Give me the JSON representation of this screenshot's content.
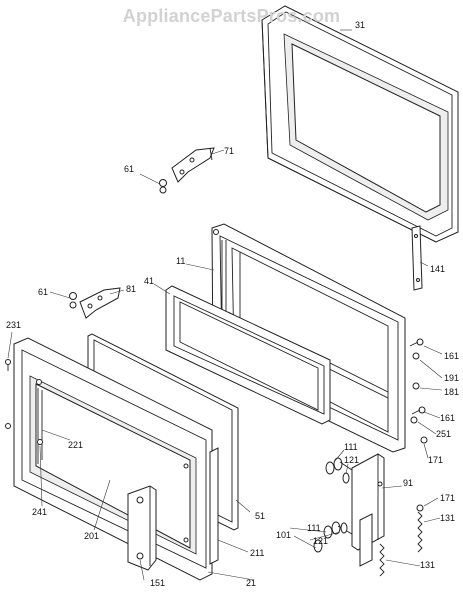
{
  "watermark": "AppliancePartsPros.com",
  "callouts": [
    {
      "id": "c31",
      "text": "31"
    },
    {
      "id": "c71",
      "text": "71"
    },
    {
      "id": "c61a",
      "text": "61"
    },
    {
      "id": "c11",
      "text": "11"
    },
    {
      "id": "c41",
      "text": "41"
    },
    {
      "id": "c61b",
      "text": "61"
    },
    {
      "id": "c81",
      "text": "81"
    },
    {
      "id": "c231",
      "text": "231"
    },
    {
      "id": "c141",
      "text": "141"
    },
    {
      "id": "c161a",
      "text": "161"
    },
    {
      "id": "c191",
      "text": "191"
    },
    {
      "id": "c181",
      "text": "181"
    },
    {
      "id": "c161b",
      "text": "161"
    },
    {
      "id": "c251",
      "text": "251"
    },
    {
      "id": "c171a",
      "text": "171"
    },
    {
      "id": "c111a",
      "text": "111"
    },
    {
      "id": "c121a",
      "text": "121"
    },
    {
      "id": "c221",
      "text": "221"
    },
    {
      "id": "c91",
      "text": "91"
    },
    {
      "id": "c171b",
      "text": "171"
    },
    {
      "id": "c241",
      "text": "241"
    },
    {
      "id": "c131a",
      "text": "131"
    },
    {
      "id": "c51",
      "text": "51"
    },
    {
      "id": "c111b",
      "text": "111"
    },
    {
      "id": "c201",
      "text": "201"
    },
    {
      "id": "c101",
      "text": "101"
    },
    {
      "id": "c121b",
      "text": "121"
    },
    {
      "id": "c211",
      "text": "211"
    },
    {
      "id": "c131b",
      "text": "131"
    },
    {
      "id": "c151",
      "text": "151"
    },
    {
      "id": "c21",
      "text": "21"
    }
  ]
}
